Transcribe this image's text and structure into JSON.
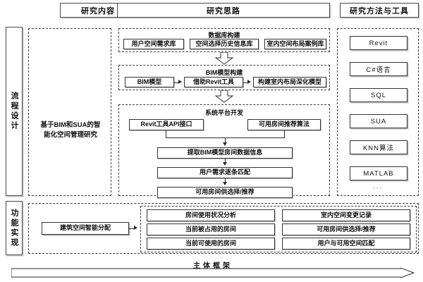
{
  "headers": [
    {
      "label": "研究内容"
    },
    {
      "label": "研究思路"
    },
    {
      "label": "研究方法与工具"
    }
  ],
  "side_labels": [
    {
      "label": "流程设计"
    },
    {
      "label": "功能实现"
    }
  ],
  "research_content": {
    "title": "基于BIM和SUA的智",
    "title_line2": "能化空间管理研究"
  },
  "process": {
    "database": {
      "caption": "数据库构建",
      "items": [
        {
          "label": "用户空间需求库"
        },
        {
          "label": "空间选择历史信息库"
        },
        {
          "label": "室内空间布局案例库"
        }
      ]
    },
    "bim_model": {
      "caption": "BIM模型构建",
      "items": [
        {
          "label": "BIM模型"
        },
        {
          "label": "借助Revit工具"
        },
        {
          "label": "构建室内布局深化模型"
        }
      ]
    },
    "platform": {
      "caption": "系统平台开发",
      "top_items": [
        {
          "label": "Revit工具API接口"
        },
        {
          "label": "可用房间推荐算法"
        }
      ],
      "steps": [
        {
          "label": "提取BIM模型房间数据信息"
        },
        {
          "label": "用户需求逐条匹配"
        },
        {
          "label": "可用房间供选择/推荐"
        }
      ]
    }
  },
  "tools": {
    "items": [
      {
        "label": "Revit"
      },
      {
        "label": "C#语言"
      },
      {
        "label": "SQL"
      },
      {
        "label": "SUA"
      },
      {
        "label": "KNN算法"
      },
      {
        "label": "MATLAB"
      }
    ],
    "more": "..."
  },
  "function_section": {
    "source": {
      "label": "建筑空间智能分配"
    },
    "left_column": [
      {
        "label": "房间使用状况分析"
      },
      {
        "label": "当前被占用的房间"
      },
      {
        "label": "当前可使用的房间"
      }
    ],
    "right_column": [
      {
        "label": "室内空间变更记录"
      },
      {
        "label": "可用房间供选择/推荐"
      },
      {
        "label": "用户与可用空间匹配"
      }
    ]
  },
  "footer": {
    "label": "主体框架"
  },
  "colors": {
    "line": "#2b2b2b",
    "border": "#333333",
    "dashed": "#3a3a3a",
    "shadow": "#bfbfbf",
    "background": "#ffffff"
  }
}
